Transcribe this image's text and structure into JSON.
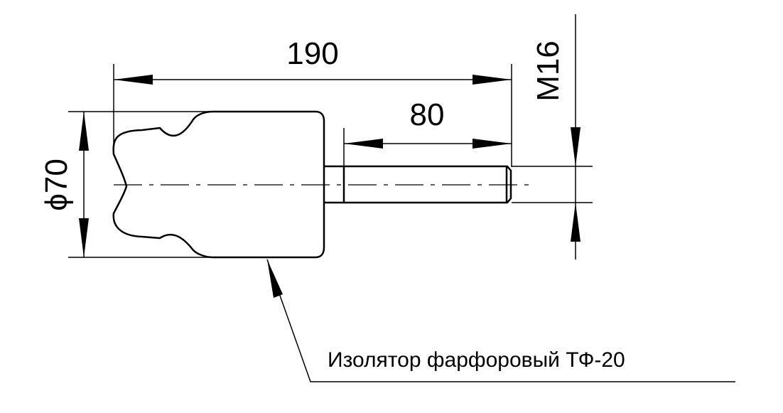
{
  "drawing": {
    "dimensions": {
      "overall_length": "190",
      "stud_length": "80",
      "diameter": "ϕ70",
      "thread": "M16"
    },
    "callout": {
      "label": "Изолятор фарфоровый ТФ-20"
    }
  }
}
